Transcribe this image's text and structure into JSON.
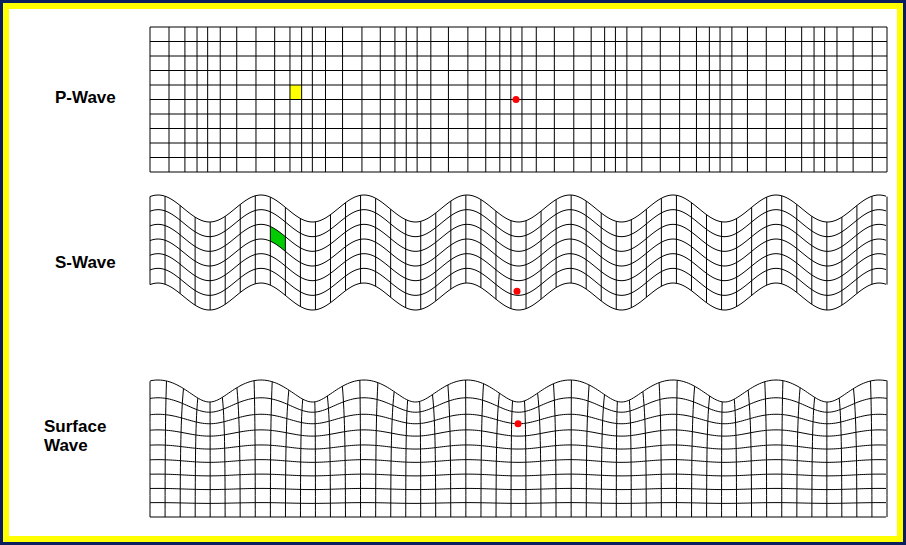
{
  "diagram": {
    "labels": [
      "P-Wave",
      "S-Wave",
      "Surface Wave"
    ]
  }
}
